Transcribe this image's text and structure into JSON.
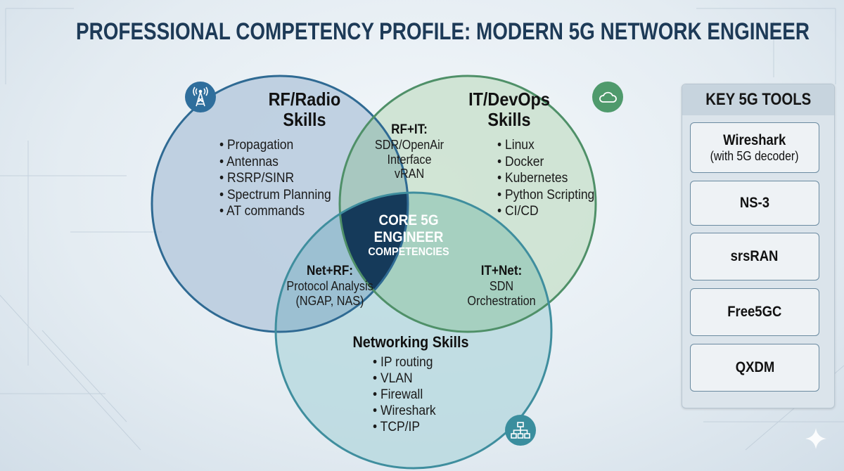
{
  "title": "PROFESSIONAL COMPETENCY PROFILE: MODERN 5G NETWORK ENGINEER",
  "colors": {
    "rf": "#4a7fa8",
    "it": "#5a9c72",
    "net": "#5a9fb0",
    "core": "#153a5a",
    "title": "#1d3a57"
  },
  "rf": {
    "title_line1": "RF/Radio",
    "title_line2": "Skills",
    "icon": "radio-tower-icon",
    "items": [
      "Propagation",
      "Antennas",
      "RSRP/SINR",
      "Spectrum Planning",
      "AT commands"
    ]
  },
  "it": {
    "title_line1": "IT/DevOps",
    "title_line2": "Skills",
    "icon": "cloud-icon",
    "items": [
      "Linux",
      "Docker",
      "Kubernetes",
      "Python Scripting",
      "CI/CD"
    ]
  },
  "net": {
    "title": "Networking Skills",
    "icon": "network-hierarchy-icon",
    "items": [
      "IP routing",
      "VLAN",
      "Firewall",
      "Wireshark",
      "TCP/IP"
    ]
  },
  "rf_it": {
    "label": "RF+IT:",
    "lines": [
      "SDR/OpenAir",
      "Interface",
      "vRAN"
    ]
  },
  "net_rf": {
    "label": "Net+RF:",
    "lines": [
      "Protocol Analysis",
      "(NGAP, NAS)"
    ]
  },
  "it_net": {
    "label": "IT+Net:",
    "lines": [
      "SDN",
      "Orchestration"
    ]
  },
  "core": {
    "line1": "CORE 5G",
    "line2": "ENGINEER",
    "line3": "COMPETENCIES"
  },
  "tools": {
    "heading": "KEY 5G TOOLS",
    "items": [
      {
        "name": "Wireshark",
        "detail": "(with 5G decoder)"
      },
      {
        "name": "NS-3"
      },
      {
        "name": "srsRAN"
      },
      {
        "name": "Free5GC"
      },
      {
        "name": "QXDM"
      }
    ]
  }
}
